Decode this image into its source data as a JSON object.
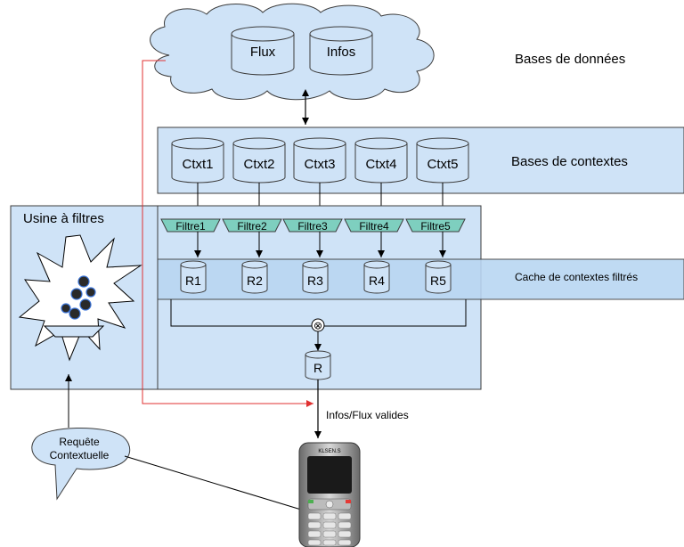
{
  "colors": {
    "panel_fill": "#cfe3f7",
    "panel_stroke": "#3c3c3c",
    "cylinder_fill": "#cfe3f7",
    "filter_fill": "#7ecfbf",
    "red_line": "#e03030",
    "cloud_fill": "#cfe3f7"
  },
  "cloud": {
    "databases": [
      "Flux",
      "Infos"
    ],
    "label": "Bases de données"
  },
  "contexts": {
    "items": [
      "Ctxt1",
      "Ctxt2",
      "Ctxt3",
      "Ctxt4",
      "Ctxt5"
    ],
    "label": "Bases de contextes"
  },
  "filters": {
    "items": [
      "Filtre1",
      "Filtre2",
      "Filtre3",
      "Filtre4",
      "Filtre5"
    ]
  },
  "cache": {
    "items": [
      "R1",
      "R2",
      "R3",
      "R4",
      "R5"
    ],
    "label": "Cache de contextes filtrés"
  },
  "factory": {
    "title": "Usine à filtres",
    "icon": "gears-burst-icon"
  },
  "merge": {
    "operator": "⊗",
    "result": "R"
  },
  "output": {
    "label": "Infos/Flux valides"
  },
  "request": {
    "line1": "Requête",
    "line2": "Contextuelle"
  },
  "phone": {
    "brand": "KLSEN.S",
    "icon": "mobile-phone-icon"
  }
}
